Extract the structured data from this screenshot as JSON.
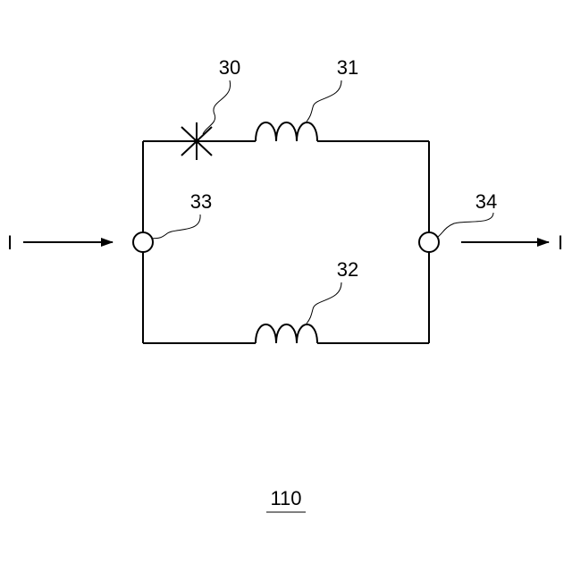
{
  "labels": {
    "junction": "30",
    "coil_upper": "31",
    "coil_lower": "32",
    "terminal_in": "33",
    "terminal_out": "34"
  },
  "current_in": "I",
  "current_out": "I",
  "figure_number": "110"
}
